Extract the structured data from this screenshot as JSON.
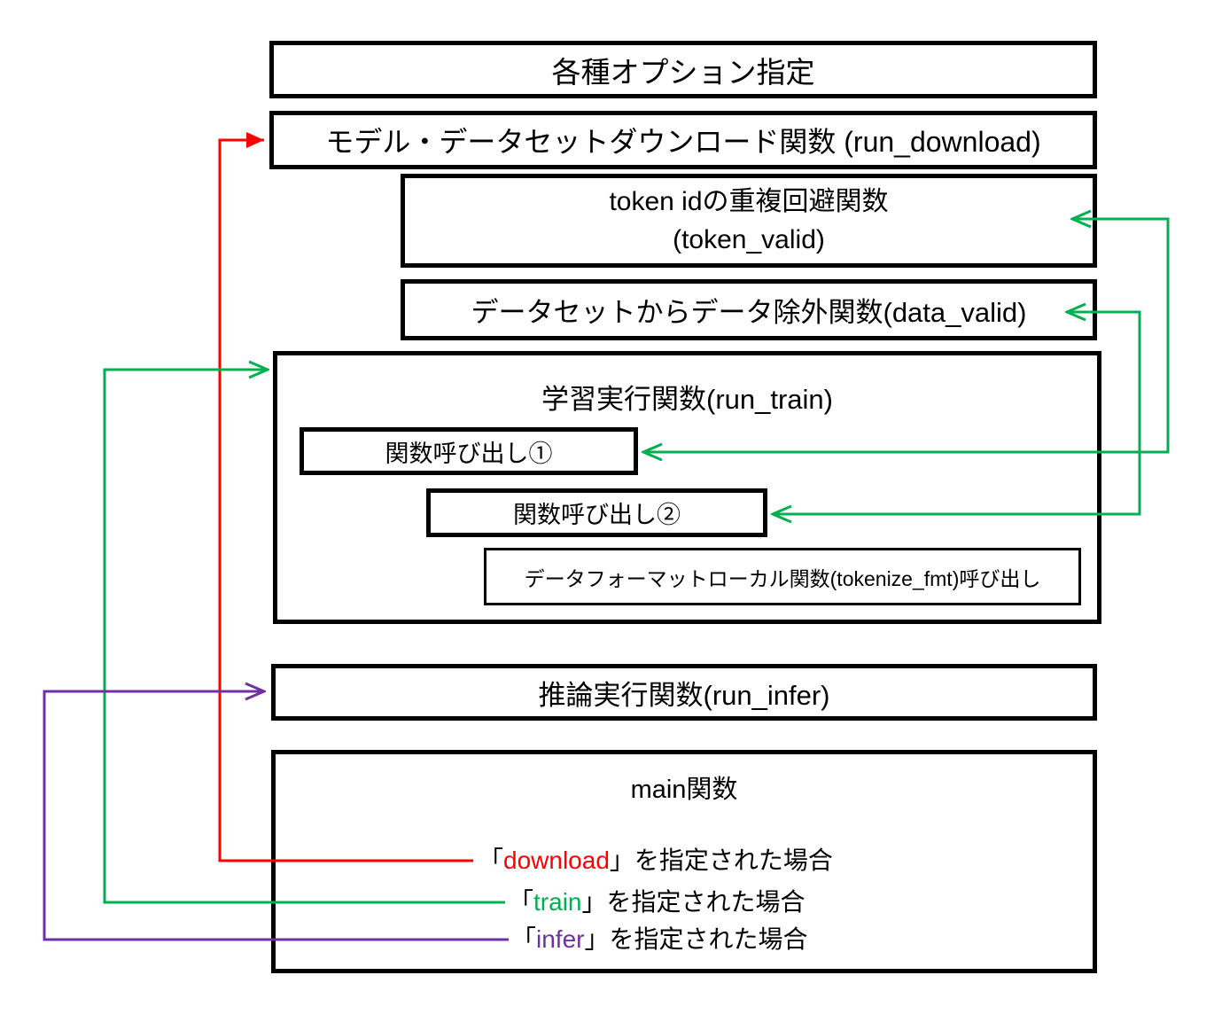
{
  "colors": {
    "red": "#ff0000",
    "green": "#00b050",
    "purple": "#7030a0",
    "border": "#000000"
  },
  "boxes": {
    "options": {
      "label": "各種オプション指定"
    },
    "download": {
      "label": "モデル・データセットダウンロード関数 (run_download)"
    },
    "token_valid": {
      "line1": "token idの重複回避関数",
      "line2": "(token_valid)"
    },
    "data_valid": {
      "label": "データセットからデータ除外関数(data_valid)"
    },
    "train": {
      "label": "学習実行関数(run_train)"
    },
    "call1": {
      "label": "関数呼び出し①"
    },
    "call2": {
      "label": "関数呼び出し②"
    },
    "tokenize_fmt": {
      "label": "データフォーマットローカル関数(tokenize_fmt)呼び出し"
    },
    "infer": {
      "label": "推論実行関数(run_infer)"
    },
    "main": {
      "label": "main関数"
    }
  },
  "main_cases": [
    {
      "open": "「",
      "keyword": "download",
      "rest": "」を指定された場合",
      "color": "red"
    },
    {
      "open": "「",
      "keyword": "train",
      "rest": "」を指定された場合",
      "color": "green"
    },
    {
      "open": "「",
      "keyword": "infer",
      "rest": "」を指定された場合",
      "color": "purple"
    }
  ],
  "connectors": [
    {
      "name": "download-case-to-run-download",
      "color": "red"
    },
    {
      "name": "train-case-to-run-train",
      "color": "green"
    },
    {
      "name": "infer-case-to-run-infer",
      "color": "purple"
    },
    {
      "name": "call1-to-token-valid",
      "color": "green"
    },
    {
      "name": "call2-to-data-valid",
      "color": "green"
    }
  ]
}
